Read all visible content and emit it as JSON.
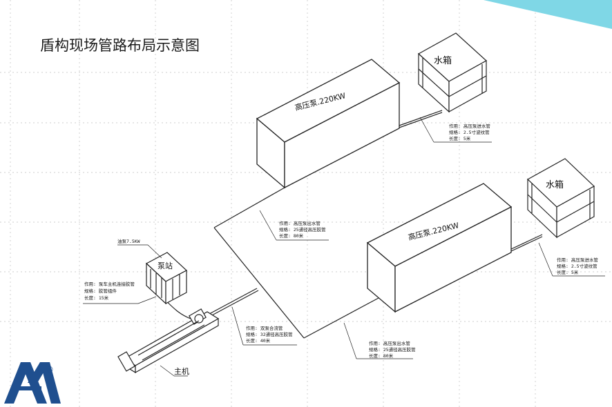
{
  "diagram": {
    "title": "盾构现场管路布局示意图",
    "pumps": [
      {
        "label": "高压泵.220KW"
      },
      {
        "label": "高压泵.220KW"
      }
    ],
    "tanks": [
      {
        "label": "水箱"
      },
      {
        "label": "水箱"
      }
    ],
    "pump_station": {
      "label": "泵站",
      "power": "油泵7.5KW"
    },
    "main_machine": {
      "label": "主机"
    },
    "notes": {
      "tank1_inlet": {
        "l1": "作用: 高压泵进水管",
        "l2": "规格: 2.5寸波纹管",
        "l3": "长度: 5米"
      },
      "tank2_inlet": {
        "l1": "作用: 高压泵进水管",
        "l2": "规格: 2.5寸波纹管",
        "l3": "长度: 5米"
      },
      "pump1_outlet": {
        "l1": "作用: 高压泵出水管",
        "l2": "规格: 25通径高压胶管",
        "l3": "长度: 80米"
      },
      "pump2_outlet": {
        "l1": "作用: 高压泵出水管",
        "l2": "规格: 25通径高压胶管",
        "l3": "长度: 80米"
      },
      "merge_pipe": {
        "l1": "作用: 双泵合流管",
        "l2": "规格: 32通径高压胶管",
        "l3": "长度: 40米"
      },
      "station_pipe": {
        "l1": "作用: 泵车主机连接胶管",
        "l2": "规格: 胶管组件",
        "l3": "长度: 15米"
      }
    },
    "logo": {
      "mark": "®"
    },
    "colors": {
      "accent": "#7fd7e6",
      "logo": "#1f4f8f",
      "line": "#222222"
    }
  }
}
